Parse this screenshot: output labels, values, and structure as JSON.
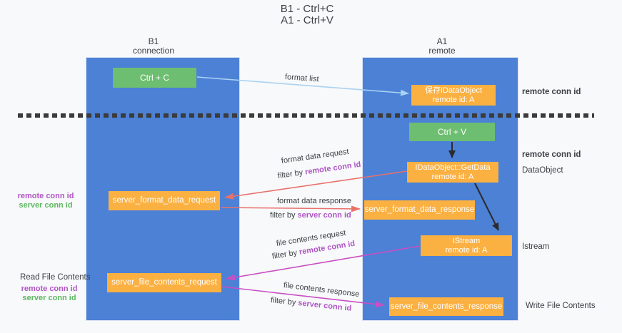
{
  "title": {
    "line1": "B1 - Ctrl+C",
    "line2": "A1 - Ctrl+V"
  },
  "columns": {
    "b1": {
      "name": "B1",
      "subtitle": "connection"
    },
    "a1": {
      "name": "A1",
      "subtitle": "remote"
    }
  },
  "nodes": {
    "ctrl_c": "Ctrl + C",
    "ctrl_v": "Ctrl + V",
    "save_dataobject": {
      "line1": "保存IDataObject",
      "line2": "remote id: A"
    },
    "getdata": {
      "line1": "IDataObject::GetData",
      "line2": "remote id: A"
    },
    "istream": {
      "line1": "IStream",
      "line2": "remote id: A"
    },
    "format_request": "server_format_data_request",
    "format_response": "server_format_data_response",
    "file_request": "server_file_contents_request",
    "file_response": "server_file_contents_response"
  },
  "flow_labels": {
    "format_list": "format list",
    "format_data_request": {
      "text": "format data request",
      "filter_prefix": "filter by",
      "filter_key": "remote conn id"
    },
    "format_data_response": {
      "text": "format data response",
      "filter_prefix": "filter by",
      "filter_key": "server conn id"
    },
    "file_contents_request": {
      "text": "file contents request",
      "filter_prefix": "filter by",
      "filter_key": "remote conn id"
    },
    "file_contents_response": {
      "text": "file contents response",
      "filter_prefix": "filter by",
      "filter_key": "server conn id"
    }
  },
  "annotations": {
    "right": {
      "remote_conn_id_top": "remote conn id",
      "remote_conn_id_mid": "remote conn id",
      "dataobject": "DataObject",
      "istream": "Istream",
      "write_file_contents": "Write File Contents"
    },
    "left": {
      "remote_conn_id_top": "remote conn id",
      "server_conn_id_top": "server conn id",
      "read_file_contents": "Read File Contents",
      "remote_conn_id_bottom": "remote conn id",
      "server_conn_id_bottom": "server conn id"
    }
  },
  "colors": {
    "column_blue": "#4c81d6",
    "box_green": "#6dbe71",
    "box_orange": "#fbb042",
    "purple_text": "#b055c5",
    "green_text": "#5db761",
    "arrow_red": "#e8716c",
    "arrow_magenta": "#c94fc4",
    "arrow_light_blue": "#a9d2f3",
    "arrow_black": "#2b2b2b",
    "dash_line": "#3b3b3b"
  }
}
